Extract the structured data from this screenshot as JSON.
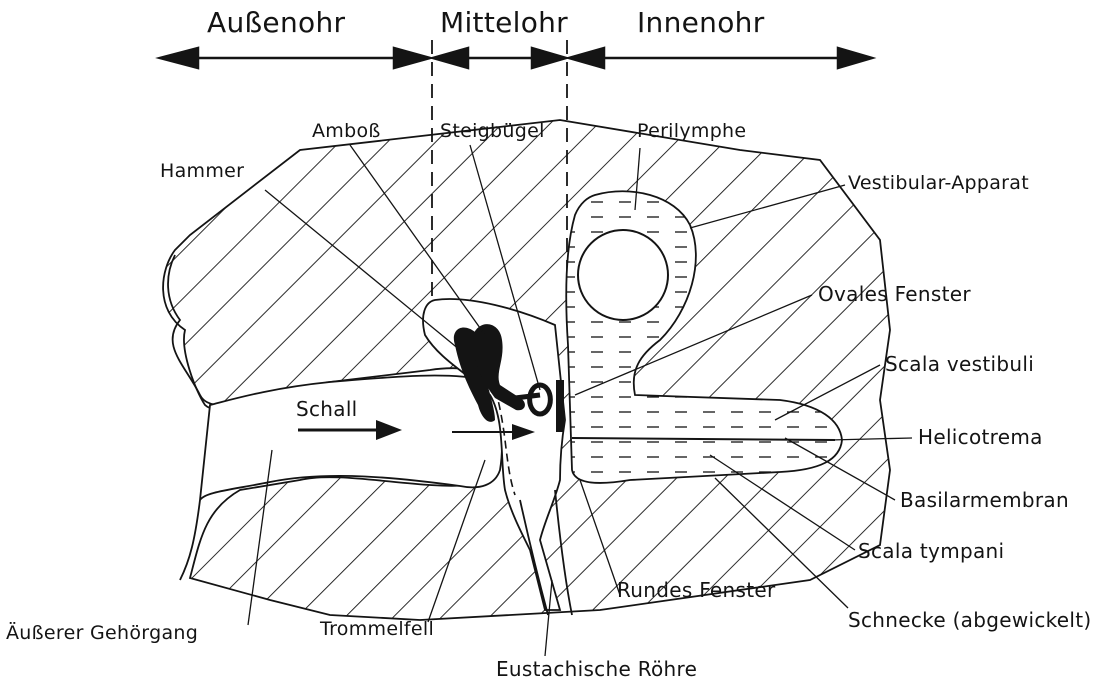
{
  "header": {
    "outer": "Außenohr",
    "middle": "Mittelohr",
    "inner": "Innenohr"
  },
  "labels": {
    "amboss": "Amboß",
    "steigbuegel": "Steigbügel",
    "perilymphe": "Perilymphe",
    "hammer": "Hammer",
    "vestibular": "Vestibular-Apparat",
    "ovales": "Ovales  Fenster",
    "scala_vestibuli": "Scala  vestibuli",
    "schall": "Schall",
    "helicotrema": "Helicotrema",
    "basilar": "Basilarmembran",
    "scala_tympani": "Scala  tympani",
    "rundes": "Rundes  Fenster",
    "schnecke": "Schnecke  (abgewickelt)",
    "aeusserer": "Äußerer  Gehörgang",
    "trommelfell": "Trommelfell",
    "eustachische": "Eustachische  Röhre"
  },
  "colors": {
    "ink": "#141414",
    "paper": "#ffffff"
  }
}
